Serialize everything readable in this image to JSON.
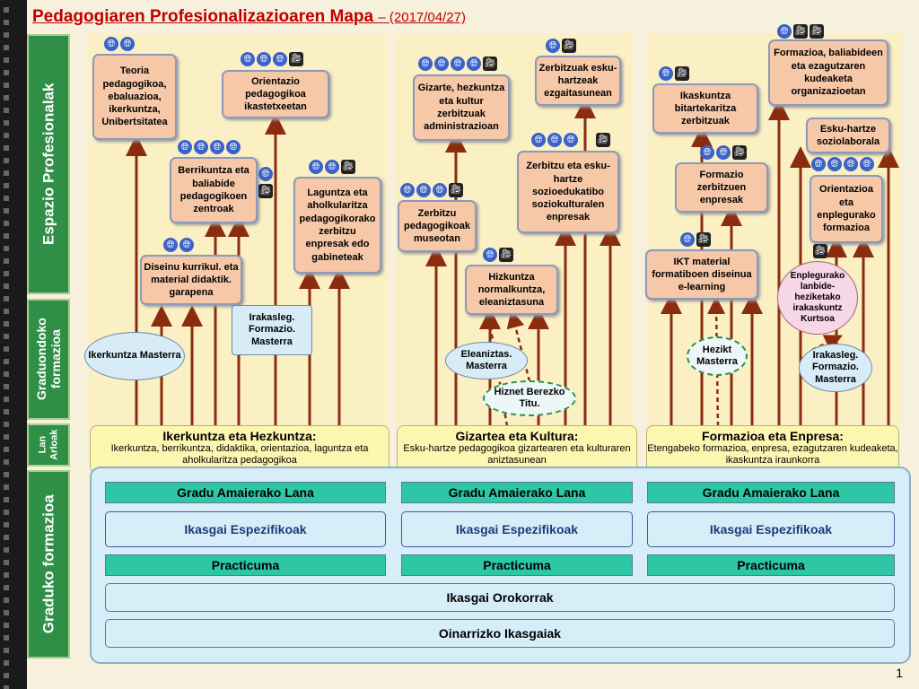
{
  "title": {
    "main": "Pedagogiaren Profesionalizazioaren Mapa",
    "date": "– (2017/04/27)"
  },
  "side_labels": {
    "espazio": "Espazio Profesionalak",
    "graduondoko": "Graduondoko formazioa",
    "lan": "Lan Arloak",
    "graduko": "Graduko formazioa"
  },
  "col1": {
    "teoria": "Teoria pedagogikoa, ebaluazioa, ikerkuntza, Unibertsitatea",
    "orientazio": "Orientazio pedagogikoa ikastetxeetan",
    "berrikuntza": "Berrikuntza eta baliabide pedagogikoen zentroak",
    "laguntza": "Laguntza eta aholkularitza pedagogikorako zerbitzu enpresak edo gabineteak",
    "diseinu": "Diseinu kurrikul. eta material didaktik. garapena",
    "irakasleg": "Irakasleg. Formazio. Masterra",
    "ikerkuntza_master": "Ikerkuntza Masterra"
  },
  "col2": {
    "gizarte": "Gizarte, hezkuntza eta kultur zerbitzuak administrazioan",
    "zerbitzuak_esku": "Zerbitzuak esku-hartzeak ezgaitasunean",
    "zerbitzu_esku": "Zerbitzu eta esku-hartze sozioedukatibo soziokulturalen enpresak",
    "museo": "Zerbitzu pedagogikoak museotan",
    "hizkuntza": "Hizkuntza normalkuntza, eleaniztasuna",
    "eleaniztas": "Eleaniztas. Masterra",
    "hiznet": "Hiznet Berezko Titu."
  },
  "col3": {
    "formazioa_baliabide": "Formazioa, baliabideen eta ezagutzaren kudeaketa organizazioetan",
    "esku_hartze_sozio": "Esku-hartze soziolaborala",
    "ikaskuntza": "Ikaskuntza bitartekaritza zerbitzuak",
    "formazio_zerbitzuen": "Formazio zerbitzuen enpresak",
    "orientazioa": "Orientazioa eta enplegurako formazioa",
    "ikt": "IKT material formatiboen diseinua e-learning",
    "enplegurako": "Enplegurako lanbide-heziketako irakaskuntz Kurtsoa",
    "hezikt": "Hezikt Masterra",
    "irakasleg": "Irakasleg. Formazio. Masterra"
  },
  "areas": [
    {
      "h": "Ikerkuntza eta Hezkuntza:",
      "s": "Ikerkuntza, berrikuntza, didaktika, orientazioa, laguntza eta aholkularitza pedagogikoa"
    },
    {
      "h": "Gizartea eta Kultura:",
      "s": "Esku-hartze pedagogikoa gizartearen eta kulturaren aniztasunean"
    },
    {
      "h": "Formazioa eta Enpresa:",
      "s": "Etengabeko formazioa, enpresa, ezagutzaren kudeaketa, ikaskuntza iraunkorra"
    }
  ],
  "graduko": {
    "gradu": "Gradu Amaierako Lana",
    "ikasgai_esp": "Ikasgai Espezifikoak",
    "practicum": "Practicuma",
    "orokorrak": "Ikasgai Orokorrak",
    "oinarrizko": "Oinarrizko Ikasgaiak"
  },
  "icons": {
    "web": "🌐︎",
    "video": "🎥︎"
  },
  "page_number": "1"
}
